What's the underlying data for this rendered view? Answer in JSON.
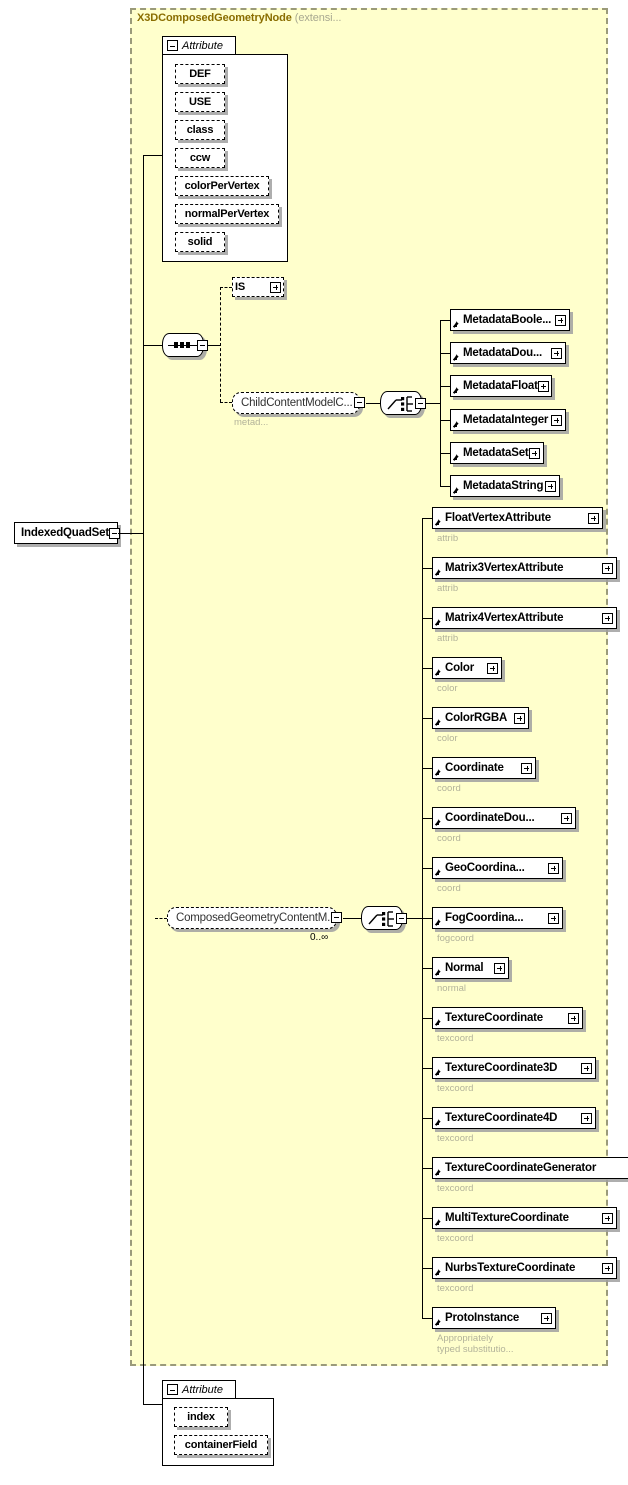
{
  "diagram": {
    "title": "IndexedQuadSet",
    "type": "xsd-schema-diagram",
    "background_color": "#ffffff",
    "extension_fill": "#ffffcc",
    "extension_border": "#9a9a7a"
  },
  "root": {
    "label": "IndexedQuadSet",
    "toggle": "minus"
  },
  "extension": {
    "base_name": "X3DComposedGeometryNode",
    "suffix": "(extensi..."
  },
  "attribute_group_top": {
    "tab_label": "Attribute",
    "tab_toggle": "minus",
    "items": [
      {
        "label": "DEF"
      },
      {
        "label": "USE"
      },
      {
        "label": "class"
      },
      {
        "label": "ccw"
      },
      {
        "label": "colorPerVertex"
      },
      {
        "label": "normalPerVertex"
      },
      {
        "label": "solid"
      }
    ]
  },
  "attribute_group_bottom": {
    "tab_label": "Attribute",
    "tab_toggle": "minus",
    "items": [
      {
        "label": "index"
      },
      {
        "label": "containerField"
      }
    ]
  },
  "connectors": {
    "sequence": {
      "kind": "sequence-icon",
      "toggle": "minus"
    },
    "choice_metadata": {
      "kind": "choice-icon",
      "toggle": "minus"
    },
    "choice_geometry": {
      "kind": "choice-icon",
      "toggle": "minus"
    }
  },
  "is_node": {
    "label": "IS",
    "toggle": "plus"
  },
  "child_content_model": {
    "label": "ChildContentModelC...",
    "toggle": "minus",
    "annotation": "metad..."
  },
  "composed_geometry_content": {
    "label": "ComposedGeometryContentM...",
    "toggle": "minus",
    "occurs": "0..∞"
  },
  "metadata_children": [
    {
      "label": "MetadataBoole...",
      "toggle": "plus",
      "annotation": ""
    },
    {
      "label": "MetadataDou...",
      "toggle": "plus",
      "annotation": ""
    },
    {
      "label": "MetadataFloat",
      "toggle": "plus",
      "annotation": ""
    },
    {
      "label": "MetadataInteger",
      "toggle": "plus",
      "annotation": ""
    },
    {
      "label": "MetadataSet",
      "toggle": "plus",
      "annotation": ""
    },
    {
      "label": "MetadataString",
      "toggle": "plus",
      "annotation": ""
    }
  ],
  "geometry_children": [
    {
      "label": "FloatVertexAttribute",
      "toggle": "plus",
      "annotation": "attrib"
    },
    {
      "label": "Matrix3VertexAttribute",
      "toggle": "plus",
      "annotation": "attrib"
    },
    {
      "label": "Matrix4VertexAttribute",
      "toggle": "plus",
      "annotation": "attrib"
    },
    {
      "label": "Color",
      "toggle": "plus",
      "annotation": "color"
    },
    {
      "label": "ColorRGBA",
      "toggle": "plus",
      "annotation": "color"
    },
    {
      "label": "Coordinate",
      "toggle": "plus",
      "annotation": "coord"
    },
    {
      "label": "CoordinateDou...",
      "toggle": "plus",
      "annotation": "coord"
    },
    {
      "label": "GeoCoordina...",
      "toggle": "plus",
      "annotation": "coord"
    },
    {
      "label": "FogCoordina...",
      "toggle": "plus",
      "annotation": "fogcoord"
    },
    {
      "label": "Normal",
      "toggle": "plus",
      "annotation": "normal"
    },
    {
      "label": "TextureCoordinate",
      "toggle": "plus",
      "annotation": "texcoord"
    },
    {
      "label": "TextureCoordinate3D",
      "toggle": "plus",
      "annotation": "texcoord"
    },
    {
      "label": "TextureCoordinate4D",
      "toggle": "plus",
      "annotation": "texcoord"
    },
    {
      "label": "TextureCoordinateGenerator",
      "toggle": "plus",
      "annotation": "texcoord"
    },
    {
      "label": "MultiTextureCoordinate",
      "toggle": "plus",
      "annotation": "texcoord"
    },
    {
      "label": "NurbsTextureCoordinate",
      "toggle": "plus",
      "annotation": "texcoord"
    },
    {
      "label": "ProtoInstance",
      "toggle": "plus",
      "annotation": "Appropriately\ntyped substitutio..."
    }
  ]
}
